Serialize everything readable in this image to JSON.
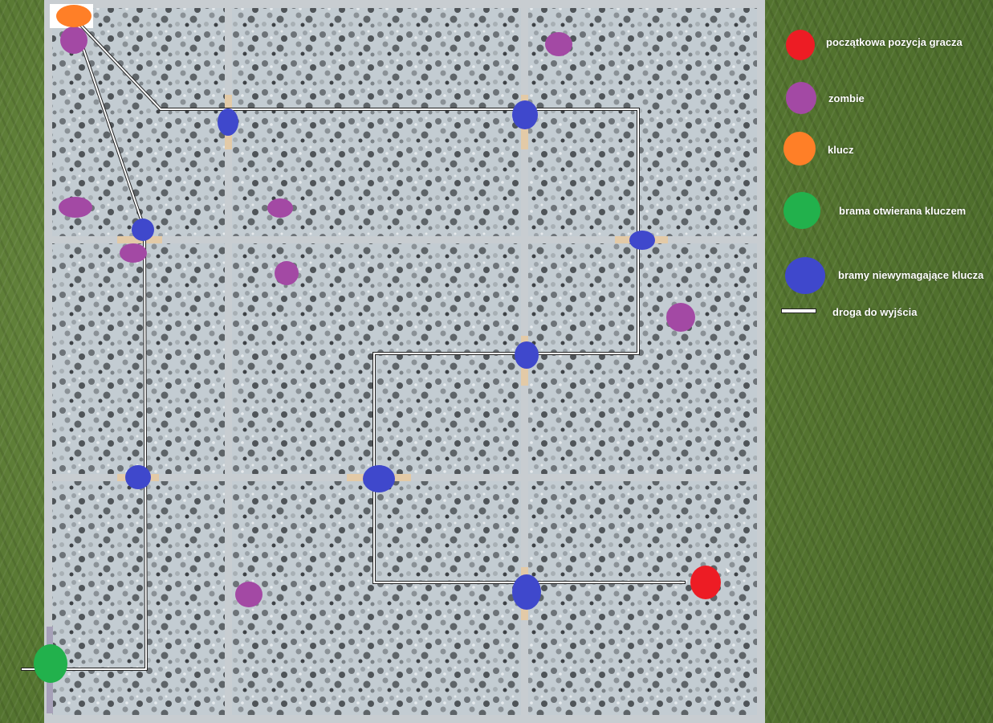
{
  "legend": {
    "player_start": "początkowa pozycja gracza",
    "zombie": "zombie",
    "key": "klucz",
    "key_gate": "brama otwierana kluczem",
    "gates_no_key": "bramy niewymagające klucza",
    "exit_path": "droga do wyjścia"
  },
  "colors": {
    "player_start": "#ed1c24",
    "zombie": "#a349a4",
    "key": "#ff7f27",
    "key_gate": "#22b14c",
    "gate": "#3f48cc",
    "path": "#ffffff",
    "wall": "#c8cdd1",
    "door_frame": "#e8c9a0"
  },
  "map": {
    "layout": "3x3 grid of rooms",
    "player_start": "bottom-right room",
    "key": "top-left room",
    "key_gate": "left edge, bottom-left room"
  }
}
